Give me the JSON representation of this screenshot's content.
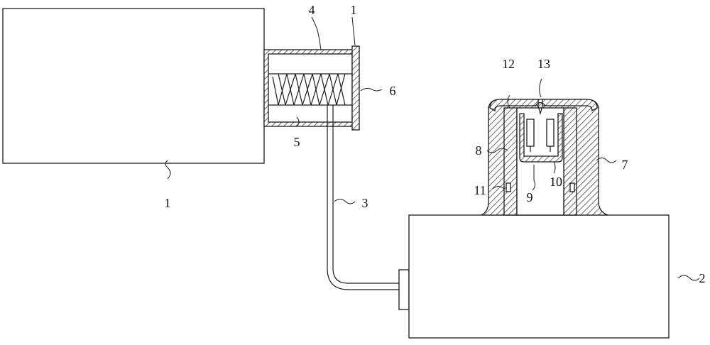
{
  "labels": {
    "ref_1_main": "1",
    "ref_1_top": "1",
    "ref_2": "2",
    "ref_3": "3",
    "ref_4": "4",
    "ref_5": "5",
    "ref_6": "6",
    "ref_7": "7",
    "ref_8": "8",
    "ref_9": "9",
    "ref_10": "10",
    "ref_11": "11",
    "ref_12": "12",
    "ref_13": "13"
  }
}
